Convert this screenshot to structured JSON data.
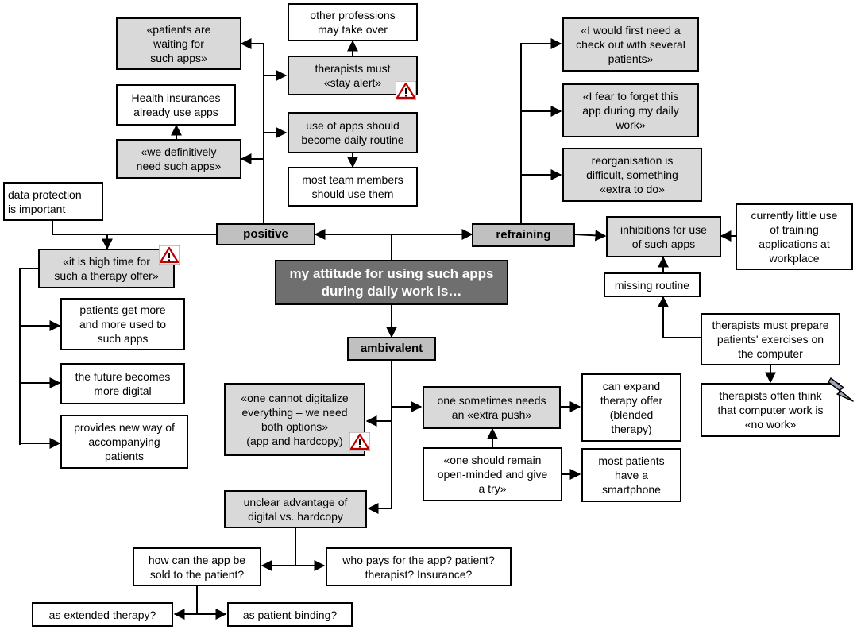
{
  "central": "my attitude for using such apps during daily work is…",
  "categories": {
    "positive": "positive",
    "refraining": "refraining",
    "ambivalent": "ambivalent"
  },
  "positive": {
    "patients_waiting": "«patients are\nwaiting for\nsuch apps»",
    "health_insurances": "Health insurances\nalready use apps",
    "definitively_need": "«we definitively\nneed such apps»",
    "other_professions": "other professions\nmay take over",
    "stay_alert": "therapists must\n«stay alert»",
    "daily_routine": "use of apps should\nbecome daily routine",
    "team_members": "most team members\nshould use them",
    "data_protection": "data protection\nis important",
    "high_time": "«it is high time for\nsuch a therapy offer»",
    "more_used": "patients get more\nand more used to\nsuch apps",
    "future_digital": "the future becomes\nmore digital",
    "new_way": "provides  new way of\naccompanying\npatients"
  },
  "refraining": {
    "check_out": "«I would first need a\ncheck out with several\npatients»",
    "fear_forget": "«I fear to forget this\napp during my daily\nwork»",
    "reorganisation": "reorganisation  is\ndifficult, something\n«extra to do»",
    "inhibitions": "inhibitions for use\nof such apps",
    "little_use": "currently little use\nof training\napplications at\nworkplace",
    "missing_routine": "missing routine",
    "prepare_exercises": "therapists must prepare\npatients' exercises on\nthe computer",
    "no_work": "therapists often think\nthat computer work is\n«no work»"
  },
  "ambivalent": {
    "cannot_digitalize": "«one cannot digitalize\neverything  – we need\nboth options»\n(app and hardcopy)",
    "extra_push": "one sometimes needs\nan «extra push»",
    "expand_offer": "can expand\ntherapy offer\n(blended\ntherapy)",
    "open_minded": "«one should remain\nopen-minded  and give\na try»",
    "smartphone": "most patients\nhave a\nsmartphone",
    "unclear_advantage": "unclear advantage  of\ndigital vs. hardcopy",
    "sold_to_patient": "how can the app be\nsold to the patient?",
    "who_pays": "who pays for the app? patient?\ntherapist? Insurance?",
    "extended_therapy": "as extended therapy?",
    "patient_binding": "as patient-binding?"
  }
}
